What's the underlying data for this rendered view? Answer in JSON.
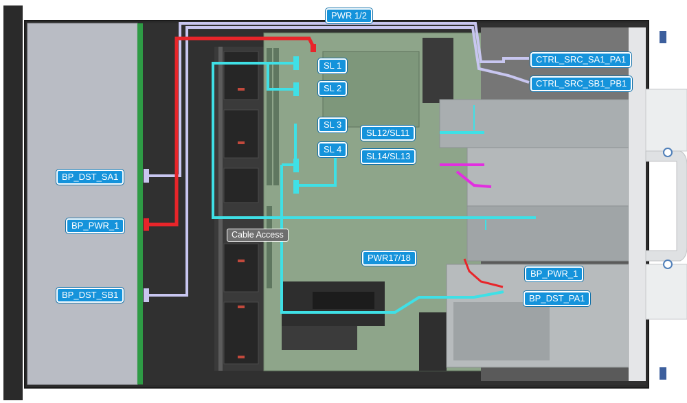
{
  "labels": {
    "pwr_1_2": "PWR 1/2",
    "ctrl_src_sa1_pa1": "CTRL_SRC_SA1_PA1",
    "ctrl_src_sb1_pb1": "CTRL_SRC_SB1_PB1",
    "sl1": "SL 1",
    "sl2": "SL 2",
    "sl3": "SL 3",
    "sl4": "SL 4",
    "sl12_sl11": "SL12/SL11",
    "sl14_sl13": "SL14/SL13",
    "bp_dst_sa1": "BP_DST_SA1",
    "bp_pwr_1_left": "BP_PWR_1",
    "bp_dst_sb1": "BP_DST_SB1",
    "cable_access": "Cable Access",
    "pwr17_18": "PWR17/18",
    "bp_pwr_1_right": "BP_PWR_1",
    "bp_dst_pa1": "BP_DST_PA1"
  },
  "colors": {
    "label_fill": "#1593db",
    "cable_cyan": "#3fe0e6",
    "cable_lavender": "#c8c6f0",
    "cable_red": "#e8252a",
    "cable_magenta": "#e22ee0",
    "backplane_green": "#2e9b45",
    "motherboard_green": "#8ea58a",
    "chassis_dark": "#2a2a2a"
  }
}
